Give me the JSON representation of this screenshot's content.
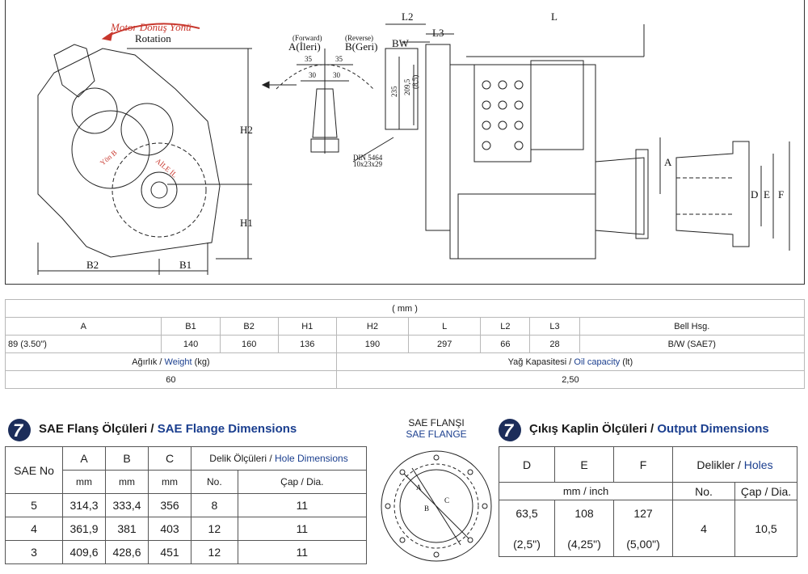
{
  "drawing": {
    "rotation_tr": "Motor Dönüş Yönü",
    "rotation_en": "Rotation",
    "forward_en": "(Forward)",
    "forward_tr": "A(İleri)",
    "reverse_en": "(Reverse)",
    "reverse_tr": "B(Geri)",
    "dim_35_left": "35",
    "dim_30_left": "30",
    "dim_35_right": "35",
    "dim_30_right": "30",
    "din": "DIN 5464",
    "din_size": "10x23x29",
    "dim_235": "235",
    "dim_2095": "209,5",
    "dim_85": "(8,5)",
    "label_H2": "H2",
    "label_H1": "H1",
    "label_B2": "B2",
    "label_B1": "B1",
    "label_L": "L",
    "label_L2": "L2",
    "label_L3": "L3",
    "label_BW": "BW",
    "label_A": "A",
    "label_D": "D",
    "label_E": "E",
    "label_F": "F",
    "gear_text_1": "Yön B",
    "gear_text_2": "AİLE İL"
  },
  "specs": {
    "unit": "( mm )",
    "headers": [
      "A",
      "B1",
      "B2",
      "H1",
      "H2",
      "L",
      "L2",
      "L3",
      "Bell Hsg."
    ],
    "values": [
      "89 (3.50\")",
      "140",
      "160",
      "136",
      "190",
      "297",
      "66",
      "28",
      "B/W (SAE7)"
    ],
    "weight_tr": "Ağırlık / ",
    "weight_en": "Weight",
    "weight_unit": " (kg)",
    "oil_tr": "Yağ Kapasitesi / ",
    "oil_en": "Oil capacity",
    "oil_unit": " (lt)",
    "weight_value": "60",
    "oil_value": "2,50"
  },
  "sae_flange": {
    "title_tr": "SAE Flanş Ölçüleri / ",
    "title_en": "SAE Flange Dimensions",
    "col_sae": "SAE No",
    "col_a": "A",
    "col_b": "B",
    "col_c": "C",
    "col_hole_tr": "Delik Ölçüleri / ",
    "col_hole_en": "Hole Dimensions",
    "unit_mm": "mm",
    "col_no": "No.",
    "col_dia": "Çap / Dia.",
    "rows": [
      [
        "5",
        "314,3",
        "333,4",
        "356",
        "8",
        "11"
      ],
      [
        "4",
        "361,9",
        "381",
        "403",
        "12",
        "11"
      ],
      [
        "3",
        "409,6",
        "428,6",
        "451",
        "12",
        "11"
      ]
    ]
  },
  "flange_figure": {
    "title_tr": "SAE FLANŞI",
    "title_en": "SAE FLANGE",
    "label_a": "A",
    "label_b": "B",
    "label_c": "C"
  },
  "output": {
    "title_tr": "Çıkış Kaplin Ölçüleri / ",
    "title_en": "Output Dimensions",
    "col_d": "D",
    "col_e": "E",
    "col_f": "F",
    "col_holes_tr": "Delikler / ",
    "col_holes_en": "Holes",
    "unit": "mm / inch",
    "col_no": "No.",
    "col_dia": "Çap / Dia.",
    "d_mm": "63,5",
    "e_mm": "108",
    "f_mm": "127",
    "d_in": "(2,5\")",
    "e_in": "(4,25\")",
    "f_in": "(5,00\")",
    "holes_no": "4",
    "holes_dia": "10,5"
  },
  "colors": {
    "accent": "#1b3f8f",
    "logo": "#1c2d5a",
    "red": "#c8372d"
  }
}
